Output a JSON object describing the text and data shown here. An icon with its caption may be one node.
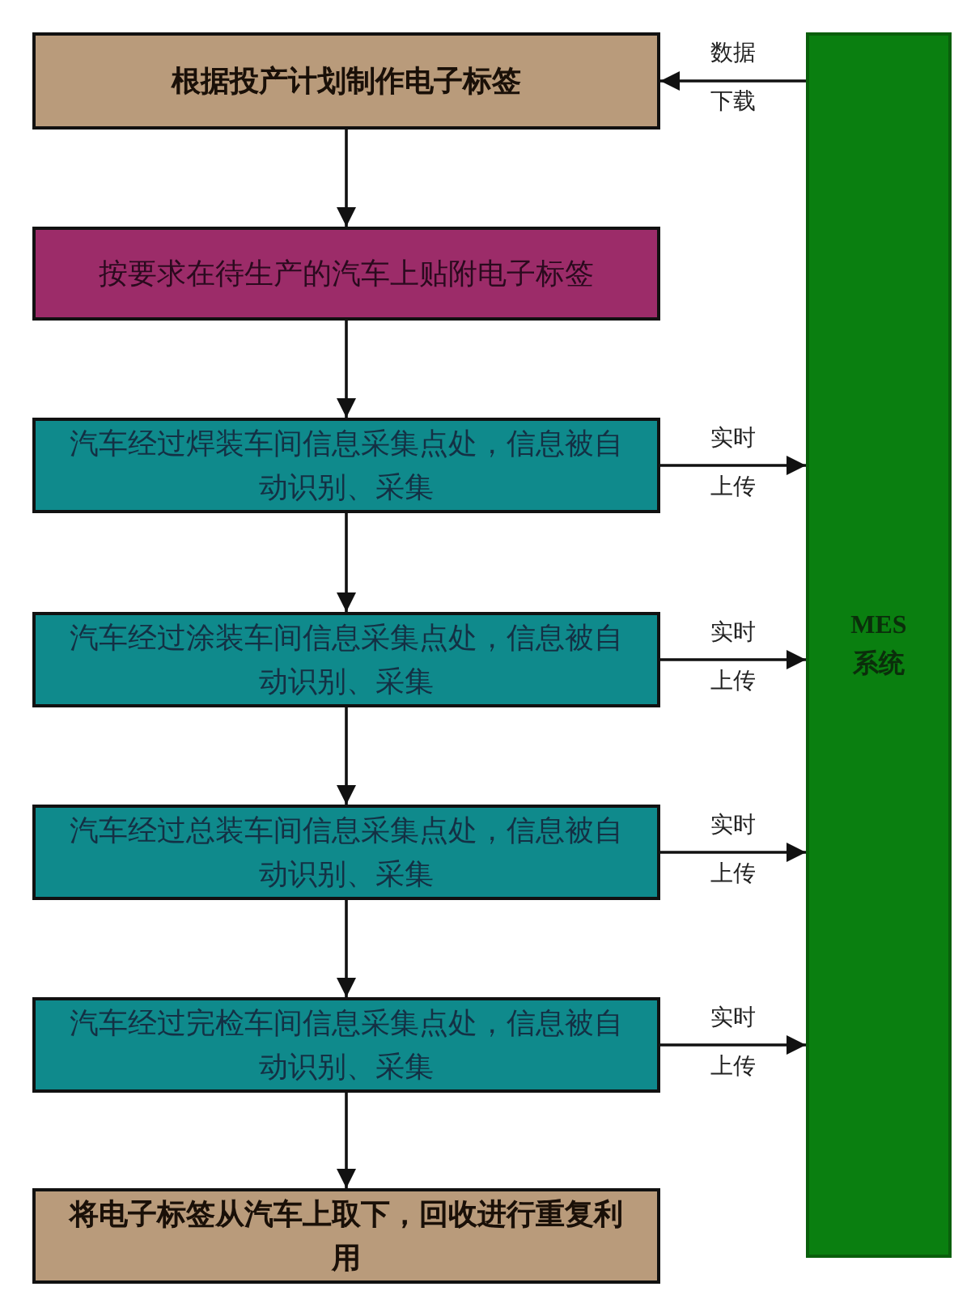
{
  "diagram": {
    "nodes": [
      {
        "text": [
          "根据投产计划制作电子标签"
        ]
      },
      {
        "text": [
          "按要求在待生产的汽车上贴附电子标签"
        ]
      },
      {
        "text": [
          "汽车经过焊装车间信息采集点处，信息被自动识别、采集"
        ]
      },
      {
        "text": [
          "汽车经过涂装车间信息采集点处，信息被自动识别、采集"
        ]
      },
      {
        "text": [
          "汽车经过总装车间信息采集点处，信息被自动识别、采集"
        ]
      },
      {
        "text": [
          "汽车经过完检车间信息采集点处，信息被自动识别、采集"
        ]
      },
      {
        "text": [
          "将电子标签从汽车上取下，回收进行重复利用"
        ]
      },
      {
        "text": [
          "MES系统"
        ]
      }
    ],
    "edges": [
      {
        "from": 7,
        "to": 0,
        "arrow": "to",
        "label": "数据下载"
      },
      {
        "from": 0,
        "to": 1,
        "arrow": "to"
      },
      {
        "from": 1,
        "to": 2,
        "arrow": "to"
      },
      {
        "from": 2,
        "to": 3,
        "arrow": "to"
      },
      {
        "from": 3,
        "to": 4,
        "arrow": "to"
      },
      {
        "from": 4,
        "to": 5,
        "arrow": "to"
      },
      {
        "from": 5,
        "to": 6,
        "arrow": "to"
      },
      {
        "from": 2,
        "to": 7,
        "arrow": "to",
        "label": "实时上传"
      },
      {
        "from": 3,
        "to": 7,
        "arrow": "to",
        "label": "实时上传"
      },
      {
        "from": 4,
        "to": 7,
        "arrow": "to",
        "label": "实时上传"
      },
      {
        "from": 5,
        "to": 7,
        "arrow": "to",
        "label": "实时上传"
      }
    ]
  }
}
